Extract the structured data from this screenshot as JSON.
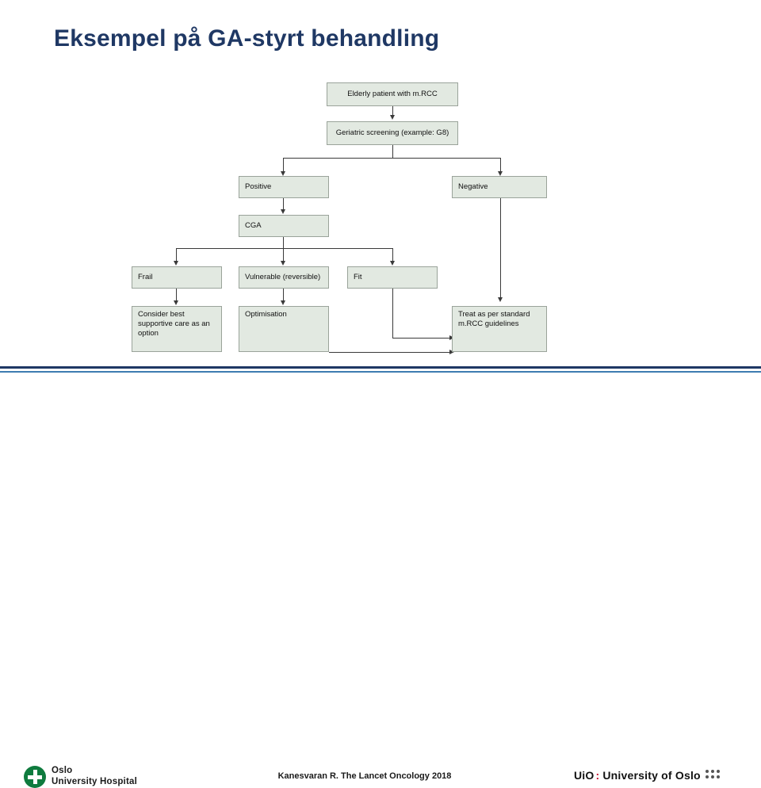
{
  "slide": {
    "title": "Eksempel på GA-styrt behandling",
    "citation": "Kanesvaran R. The Lancet Oncology 2018"
  },
  "diagram": {
    "type": "flowchart",
    "nodes": [
      {
        "id": "elderly",
        "label": "Elderly patient with m.RCC"
      },
      {
        "id": "screening",
        "label": "Geriatric screening (example: G8)"
      },
      {
        "id": "positive",
        "label": "Positive"
      },
      {
        "id": "negative",
        "label": "Negative"
      },
      {
        "id": "cga",
        "label": "CGA"
      },
      {
        "id": "frail",
        "label": "Frail"
      },
      {
        "id": "vulnerable",
        "label": "Vulnerable (reversible)"
      },
      {
        "id": "fit",
        "label": "Fit"
      },
      {
        "id": "supportive",
        "label": "Consider best supportive care as an option"
      },
      {
        "id": "optimisation",
        "label": "Optimisation"
      },
      {
        "id": "standard",
        "label": "Treat as per standard m.RCC guidelines"
      }
    ],
    "edges": [
      {
        "from": "elderly",
        "to": "screening"
      },
      {
        "from": "screening",
        "to": "positive"
      },
      {
        "from": "screening",
        "to": "negative"
      },
      {
        "from": "positive",
        "to": "cga"
      },
      {
        "from": "cga",
        "to": "frail"
      },
      {
        "from": "cga",
        "to": "vulnerable"
      },
      {
        "from": "cga",
        "to": "fit"
      },
      {
        "from": "frail",
        "to": "supportive"
      },
      {
        "from": "vulnerable",
        "to": "optimisation"
      },
      {
        "from": "fit",
        "to": "standard"
      },
      {
        "from": "optimisation",
        "to": "standard"
      },
      {
        "from": "negative",
        "to": "standard"
      }
    ],
    "colors": {
      "node_fill": "#E2E9E1",
      "node_border": "#9AA39A",
      "connector": "#3A3A3A"
    }
  },
  "footer": {
    "ous_line1": "Oslo",
    "ous_line2": "University Hospital",
    "uio_mark": "UiO",
    "uio_colon": ":",
    "uio_name": "University of Oslo"
  },
  "theme": {
    "title_color": "#1F3864",
    "rule_dark": "#1F3864",
    "rule_light": "#3E7CB1",
    "logo_green": "#0F7B3E",
    "uio_red": "#C8102E"
  }
}
